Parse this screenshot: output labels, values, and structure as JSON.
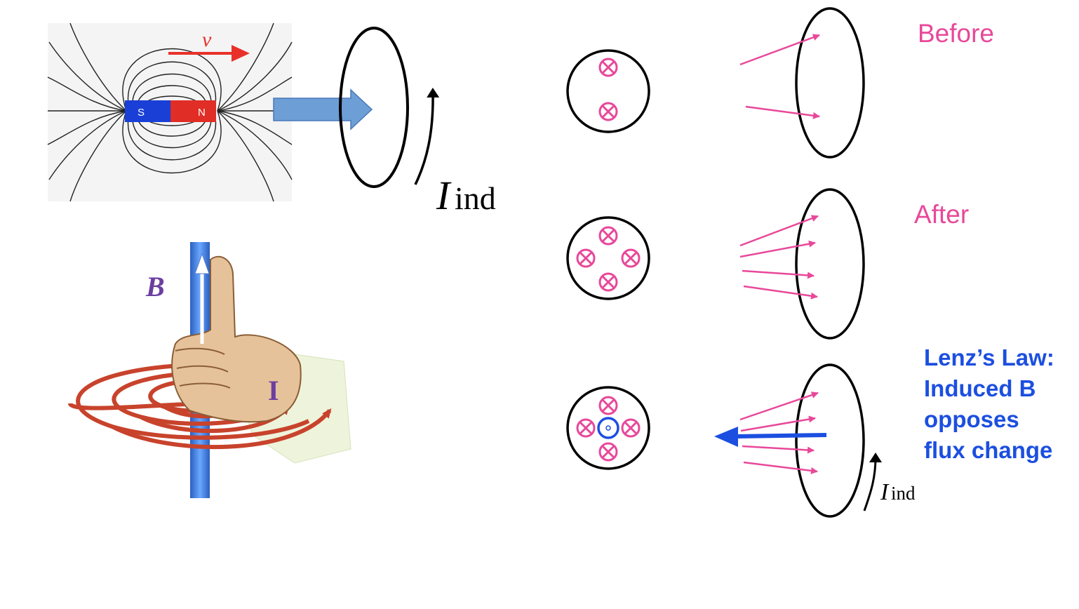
{
  "labels": {
    "velocity": "v",
    "magnet_south": "S",
    "magnet_north": "N",
    "current_symbol": "I",
    "current_subscript": "ind",
    "field_symbol": "B",
    "hand_current": "I",
    "before": "Before",
    "after": "After"
  },
  "lenz": {
    "line1": "Lenz’s Law:",
    "line2": "Induced B",
    "line3": "opposes",
    "line4": "flux change"
  },
  "colors": {
    "flux_pink": "#e8489a",
    "lenz_blue": "#1c4fe0",
    "velocity_red": "#e8312a",
    "magnet_blue": "#1a3fd6",
    "magnet_red": "#e02d26",
    "field_purple": "#6b3fa0",
    "rod_blue": "#3a78d8",
    "circle_red": "#c8432c",
    "skin": "#e6c29a"
  },
  "icons": [
    "bar-magnet",
    "field-lines",
    "right-hand-grip",
    "x-into-page",
    "dot-out-of-page",
    "wire-loop"
  ]
}
